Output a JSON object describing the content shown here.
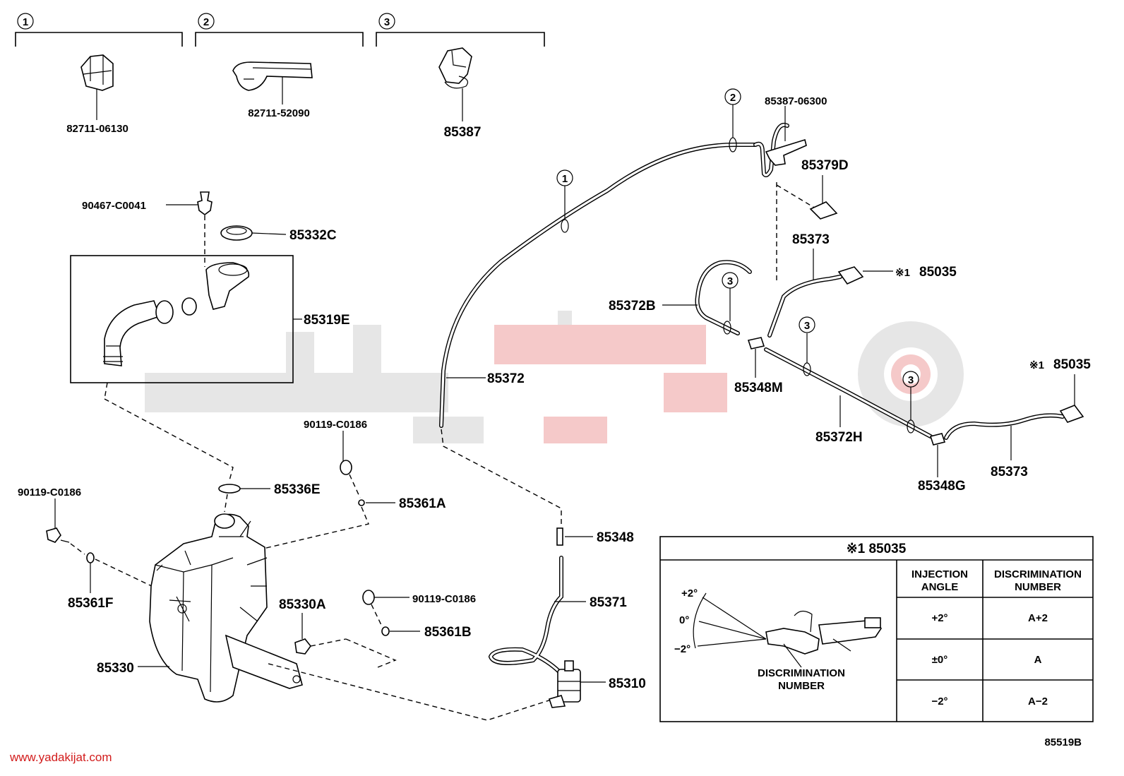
{
  "groups": [
    {
      "num": "1",
      "part": "82711-06130"
    },
    {
      "num": "2",
      "part": "82711-52090"
    },
    {
      "num": "3",
      "part": "85387"
    }
  ],
  "labels": {
    "p90467": "90467-C0041",
    "p85332c": "85332C",
    "p85319e": "85319E",
    "p85336e": "85336E",
    "p90119a": "90119-C0186",
    "p90119b": "90119-C0186",
    "p90119c": "90119-C0186",
    "p85361a": "85361A",
    "p85361f": "85361F",
    "p85361b": "85361B",
    "p85330a": "85330A",
    "p85330": "85330",
    "p85372": "85372",
    "p85348": "85348",
    "p85371": "85371",
    "p85310": "85310",
    "p85387_06300": "85387-06300",
    "p85379d": "85379D",
    "p85373a": "85373",
    "p85373b": "85373",
    "p85035a": "85035",
    "p85035b": "85035",
    "p85372b": "85372B",
    "p85348m": "85348M",
    "p85372h": "85372H",
    "p85348g": "85348G",
    "ref_mark": "※1",
    "clip1": "1",
    "clip2": "2",
    "clip3a": "3",
    "clip3b": "3",
    "clip3c": "3"
  },
  "table": {
    "title": "※1 85035",
    "headers": [
      "INJECTION ANGLE",
      "DISCRIMINATION NUMBER"
    ],
    "rows": [
      {
        "angle": "+2°",
        "number": "A+2"
      },
      {
        "angle": "±0°",
        "number": "A"
      },
      {
        "angle": "−2°",
        "number": "A−2"
      }
    ],
    "angles": [
      "+2°",
      "0°",
      "−2°"
    ],
    "caption": "DISCRIMINATION NUMBER"
  },
  "footer": {
    "website": "www.yadakijat.com",
    "code": "85519B"
  }
}
